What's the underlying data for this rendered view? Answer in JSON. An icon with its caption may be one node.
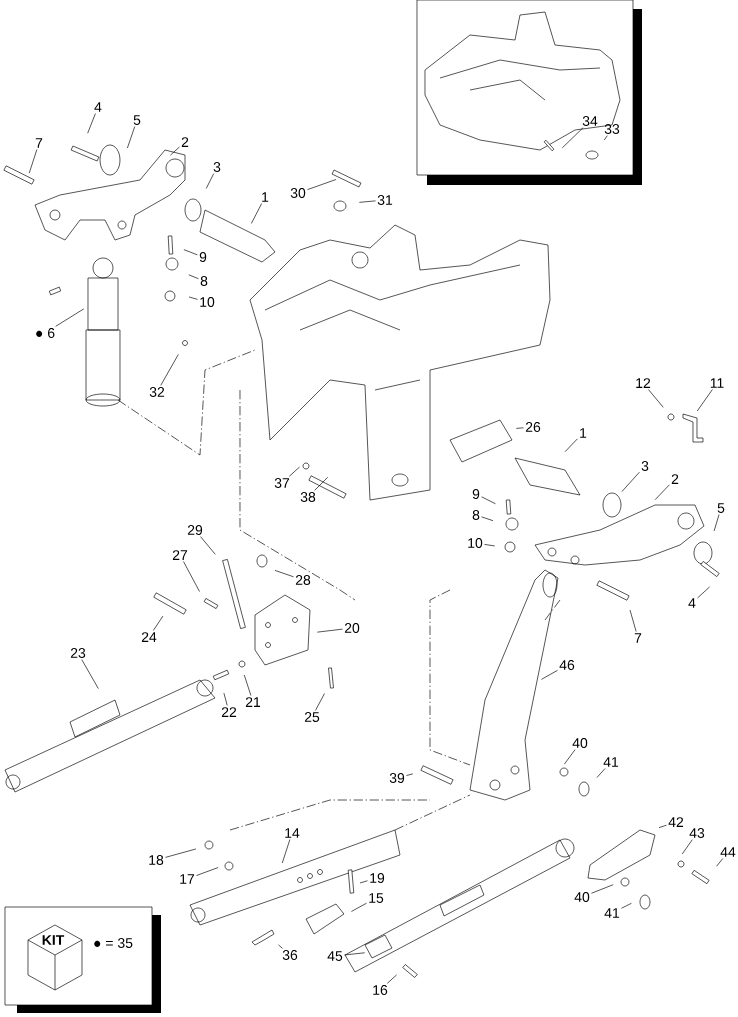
{
  "diagram": {
    "nodes": [
      {
        "text": [
          "34"
        ]
      },
      {
        "text": [
          "33"
        ]
      },
      {
        "text": [
          "4"
        ]
      },
      {
        "text": [
          "5"
        ]
      },
      {
        "text": [
          "2"
        ]
      },
      {
        "text": [
          "7"
        ]
      },
      {
        "text": [
          "3"
        ]
      },
      {
        "text": [
          "30"
        ]
      },
      {
        "text": [
          "1"
        ]
      },
      {
        "text": [
          "31"
        ]
      },
      {
        "text": [
          "9"
        ]
      },
      {
        "text": [
          "8"
        ]
      },
      {
        "text": [
          "10"
        ]
      },
      {
        "text": [
          "● 6"
        ]
      },
      {
        "text": [
          "12"
        ]
      },
      {
        "text": [
          "11"
        ]
      },
      {
        "text": [
          "32"
        ]
      },
      {
        "text": [
          "26"
        ]
      },
      {
        "text": [
          "1"
        ]
      },
      {
        "text": [
          "3"
        ]
      },
      {
        "text": [
          "2"
        ]
      },
      {
        "text": [
          "37"
        ]
      },
      {
        "text": [
          "9"
        ]
      },
      {
        "text": [
          "38"
        ]
      },
      {
        "text": [
          "5"
        ]
      },
      {
        "text": [
          "8"
        ]
      },
      {
        "text": [
          "29"
        ]
      },
      {
        "text": [
          "10"
        ]
      },
      {
        "text": [
          "27"
        ]
      },
      {
        "text": [
          "28"
        ]
      },
      {
        "text": [
          "4"
        ]
      },
      {
        "text": [
          "20"
        ]
      },
      {
        "text": [
          "24"
        ]
      },
      {
        "text": [
          "7"
        ]
      },
      {
        "text": [
          "23"
        ]
      },
      {
        "text": [
          "46"
        ]
      },
      {
        "text": [
          "21"
        ]
      },
      {
        "text": [
          "22"
        ]
      },
      {
        "text": [
          "25"
        ]
      },
      {
        "text": [
          "40"
        ]
      },
      {
        "text": [
          "41"
        ]
      },
      {
        "text": [
          "39"
        ]
      },
      {
        "text": [
          "42"
        ]
      },
      {
        "text": [
          "43"
        ]
      },
      {
        "text": [
          "14"
        ]
      },
      {
        "text": [
          "44"
        ]
      },
      {
        "text": [
          "18"
        ]
      },
      {
        "text": [
          "17"
        ]
      },
      {
        "text": [
          "19"
        ]
      },
      {
        "text": [
          "40"
        ]
      },
      {
        "text": [
          "15"
        ]
      },
      {
        "text": [
          "41"
        ]
      },
      {
        "text": [
          "36"
        ]
      },
      {
        "text": [
          "45"
        ]
      },
      {
        "text": [
          "16"
        ]
      }
    ],
    "edges": [
      {
        "from": 0,
        "to": null,
        "arrow": "none"
      },
      {
        "from": 1,
        "to": null,
        "arrow": "none"
      },
      {
        "from": 2,
        "to": null,
        "arrow": "none"
      },
      {
        "from": 3,
        "to": null,
        "arrow": "none"
      },
      {
        "from": 4,
        "to": null,
        "arrow": "none"
      },
      {
        "from": 5,
        "to": null,
        "arrow": "none"
      },
      {
        "from": 6,
        "to": null,
        "arrow": "none"
      },
      {
        "from": 7,
        "to": null,
        "arrow": "none"
      },
      {
        "from": 8,
        "to": null,
        "arrow": "none"
      },
      {
        "from": 9,
        "to": null,
        "arrow": "none"
      },
      {
        "from": 10,
        "to": null,
        "arrow": "none"
      },
      {
        "from": 11,
        "to": null,
        "arrow": "none"
      },
      {
        "from": 12,
        "to": null,
        "arrow": "none"
      },
      {
        "from": 13,
        "to": null,
        "arrow": "none"
      },
      {
        "from": 14,
        "to": null,
        "arrow": "none"
      },
      {
        "from": 15,
        "to": null,
        "arrow": "none"
      },
      {
        "from": 16,
        "to": null,
        "arrow": "none"
      },
      {
        "from": 17,
        "to": null,
        "arrow": "none"
      },
      {
        "from": 18,
        "to": null,
        "arrow": "none"
      },
      {
        "from": 19,
        "to": null,
        "arrow": "none"
      },
      {
        "from": 20,
        "to": null,
        "arrow": "none"
      },
      {
        "from": 21,
        "to": null,
        "arrow": "none"
      },
      {
        "from": 22,
        "to": null,
        "arrow": "none"
      },
      {
        "from": 23,
        "to": null,
        "arrow": "none"
      },
      {
        "from": 24,
        "to": null,
        "arrow": "none"
      },
      {
        "from": 25,
        "to": null,
        "arrow": "none"
      },
      {
        "from": 26,
        "to": null,
        "arrow": "none"
      },
      {
        "from": 27,
        "to": null,
        "arrow": "none"
      },
      {
        "from": 28,
        "to": null,
        "arrow": "none"
      },
      {
        "from": 29,
        "to": null,
        "arrow": "none"
      },
      {
        "from": 30,
        "to": null,
        "arrow": "none"
      },
      {
        "from": 31,
        "to": null,
        "arrow": "none"
      },
      {
        "from": 32,
        "to": null,
        "arrow": "none"
      },
      {
        "from": 33,
        "to": null,
        "arrow": "none"
      },
      {
        "from": 34,
        "to": null,
        "arrow": "none"
      },
      {
        "from": 35,
        "to": null,
        "arrow": "none"
      },
      {
        "from": 36,
        "to": null,
        "arrow": "none"
      },
      {
        "from": 37,
        "to": null,
        "arrow": "none"
      },
      {
        "from": 38,
        "to": null,
        "arrow": "none"
      },
      {
        "from": 39,
        "to": null,
        "arrow": "none"
      },
      {
        "from": 40,
        "to": null,
        "arrow": "none"
      },
      {
        "from": 41,
        "to": null,
        "arrow": "none"
      },
      {
        "from": 42,
        "to": null,
        "arrow": "none"
      },
      {
        "from": 43,
        "to": null,
        "arrow": "none"
      },
      {
        "from": 44,
        "to": null,
        "arrow": "none"
      },
      {
        "from": 45,
        "to": null,
        "arrow": "none"
      },
      {
        "from": 46,
        "to": null,
        "arrow": "none"
      },
      {
        "from": 47,
        "to": null,
        "arrow": "none"
      },
      {
        "from": 48,
        "to": null,
        "arrow": "none"
      },
      {
        "from": 49,
        "to": null,
        "arrow": "none"
      },
      {
        "from": 50,
        "to": null,
        "arrow": "none"
      },
      {
        "from": 51,
        "to": null,
        "arrow": "none"
      },
      {
        "from": 52,
        "to": null,
        "arrow": "none"
      },
      {
        "from": 53,
        "to": null,
        "arrow": "none"
      },
      {
        "from": 54,
        "to": null,
        "arrow": "none"
      }
    ],
    "labels": [
      "KIT",
      "● = 35"
    ]
  }
}
